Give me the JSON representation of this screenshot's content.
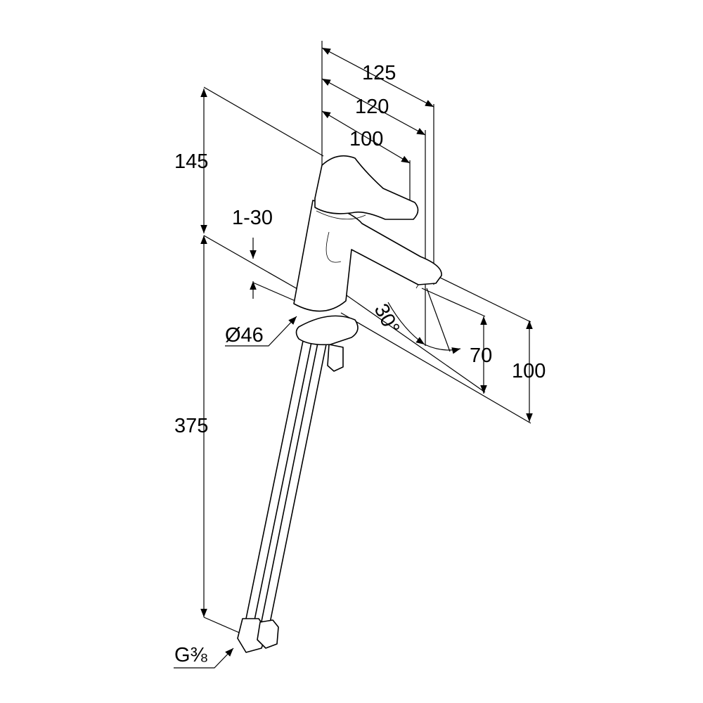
{
  "drawing": {
    "dimensions": {
      "total_length": "125",
      "spout_length": "120",
      "lever_length": "100",
      "upper_height": "145",
      "deck_thickness": "1-30",
      "body_diameter": "Ø46",
      "spray_angle": "30°",
      "spout_clearance": "70",
      "spout_height": "100",
      "hose_length": "375",
      "connection_thread": "G⅜"
    }
  }
}
